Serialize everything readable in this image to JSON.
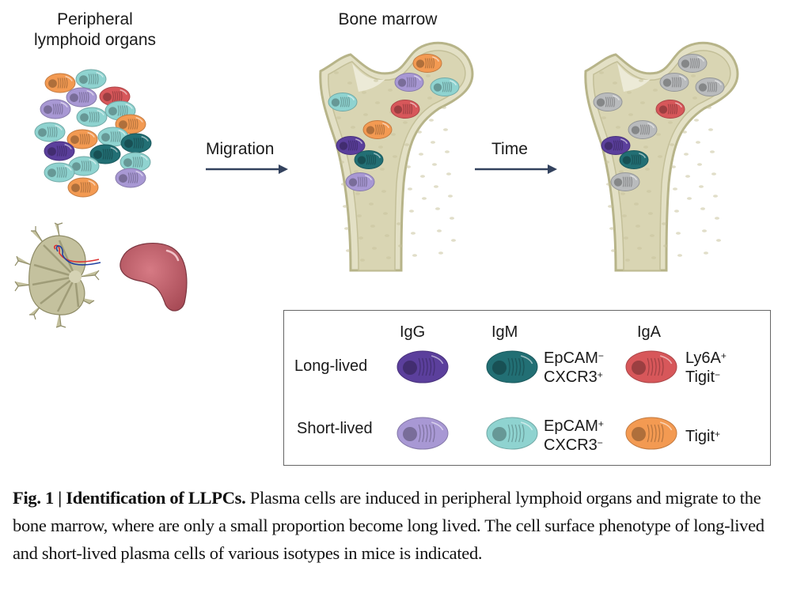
{
  "figure": {
    "left_title_line1": "Peripheral",
    "left_title_line2": "lymphoid organs",
    "middle_title": "Bone marrow",
    "arrow1_label": "Migration",
    "arrow2_label": "Time",
    "colors": {
      "igg_long": "#5b3f9c",
      "igg_short": "#a898d4",
      "igm_long": "#226f74",
      "igm_short": "#8fd3d0",
      "iga_long": "#d7575a",
      "iga_short": "#f39a52",
      "faded": "#b9bbbd",
      "arrow": "#33425e",
      "bone_fill": "#e3e0c5",
      "bone_edge": "#b7b489",
      "spleen": "#c05c66",
      "lymph_node": "#c4c19e"
    }
  },
  "legend": {
    "col_igg": "IgG",
    "col_igm": "IgM",
    "col_iga": "IgA",
    "row_long": "Long-lived",
    "row_short": "Short-lived",
    "igm_long_m1": "EpCAM",
    "igm_long_m1_sign": "−",
    "igm_long_m2": "CXCR3",
    "igm_long_m2_sign": "+",
    "iga_long_m1": "Ly6A",
    "iga_long_m1_sign": "+",
    "iga_long_m2": "Tigit",
    "iga_long_m2_sign": "−",
    "igm_short_m1": "EpCAM",
    "igm_short_m1_sign": "+",
    "igm_short_m2": "CXCR3",
    "igm_short_m2_sign": "−",
    "iga_short_m1": "Tigit",
    "iga_short_m1_sign": "+"
  },
  "caption": {
    "fig_label": "Fig. 1 | Identification of LLPCs.",
    "text": " Plasma cells are induced in peripheral lymphoid organs and migrate to the bone marrow, where are only a small proportion become long lived. The cell surface phenotype of long-lived and short-lived plasma cells of various isotypes in mice is indicated."
  }
}
